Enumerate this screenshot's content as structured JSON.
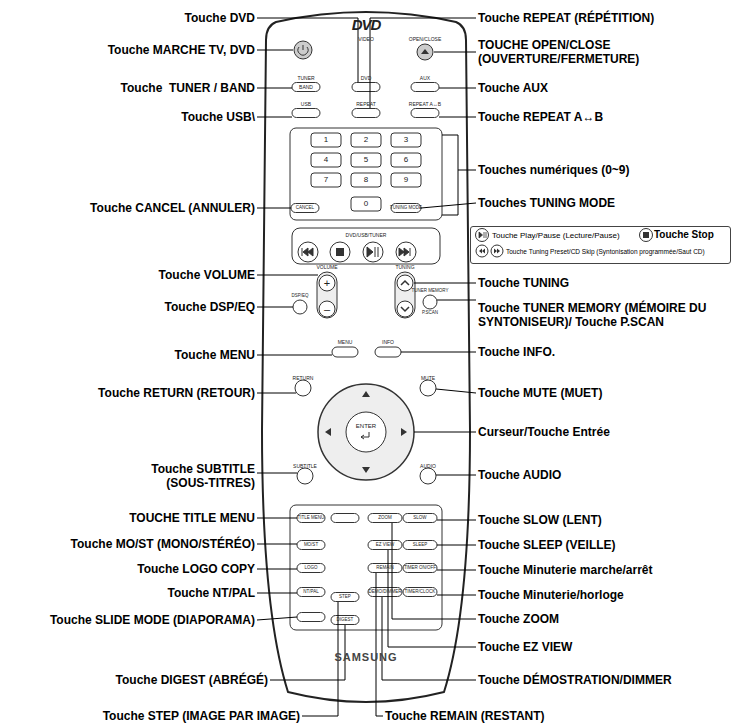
{
  "diagram": {
    "nodes": [
      {
        "text": [
          "Touche Play/Pause (Lecture/Pause)",
          "Touche Stop",
          "Touche Tuning Preset/CD Skip (Syntonisation programmée/Saut CD)"
        ]
      }
    ],
    "labels": [
      "Touche DVD",
      "Touche MARCHE TV, DVD",
      "Touche  TUNER / BAND",
      "Touche USB\\",
      "Touche CANCEL (ANNULER)",
      "Touche VOLUME",
      "Touche DSP/EQ",
      "Touche MENU",
      "Touche RETURN (RETOUR)",
      "Touche SUBTITLE (SOUS-TITRES)",
      "TOUCHE TITLE MENU",
      "Touche MO/ST (MONO/STÉRÉO)",
      "Touche LOGO COPY",
      "Touche NT/PAL",
      "Touche SLIDE MODE (DIAPORAMA)",
      "Touche DIGEST (ABRÉGÉ)",
      "Touche STEP (IMAGE PAR IMAGE)",
      "Touche REPEAT (RÉPÉTITION)",
      "TOUCHE OPEN/CLOSE (OUVERTURE/FERMETURE)",
      "Touche AUX",
      "Touche REPEAT A↔B",
      "Touches numériques (0~9)",
      "Touches TUNING MODE",
      "Touche TUNING",
      "Touche TUNER MEMORY (MÉMOIRE DU SYNTONISEUR)/ Touche P.SCAN",
      "Touche INFO.",
      "Touche MUTE (MUET)",
      "Curseur/Touche Entrée",
      "Touche AUDIO",
      "Touche SLOW (LENT)",
      "Touche SLEEP (VEILLE)",
      "Touche Minuterie marche/arrêt",
      "Touche Minuterie/horloge",
      "Touche ZOOM",
      "Touche EZ VIEW",
      "Touche DÉMOSTRATION/DIMMER",
      "Touche REMAIN (RESTANT)",
      "DVD",
      "VIDEO",
      "OPEN/CLOSE",
      "TUNER",
      "BAND",
      "DVD",
      "AUX",
      "USB",
      "REPEAT",
      "REPEAT A↔B",
      "1",
      "2",
      "3",
      "4",
      "5",
      "6",
      "7",
      "8",
      "9",
      "0",
      "CANCEL",
      "TUNING MODE",
      "DVD/USB/TUNER",
      "VOLUME",
      "+",
      "–",
      "TUNING",
      "TUNER MEMORY",
      "P.SCAN",
      "DSP/EQ",
      "MENU",
      "INFO",
      "RETURN",
      "MUTE",
      "ENTER",
      "SUBTITLE",
      "AUDIO",
      "TITLE MENU",
      "MO/ST",
      "LOGO",
      "NT/PAL",
      "STEP",
      "DIGEST",
      "ZOOM",
      "SLOW",
      "EZ VIEW",
      "SLEEP",
      "REMAIN",
      "TIMER ON/OFF",
      "DEMO/DIMMER",
      "TIMER/CLOCK",
      "SAMSUNG"
    ]
  }
}
